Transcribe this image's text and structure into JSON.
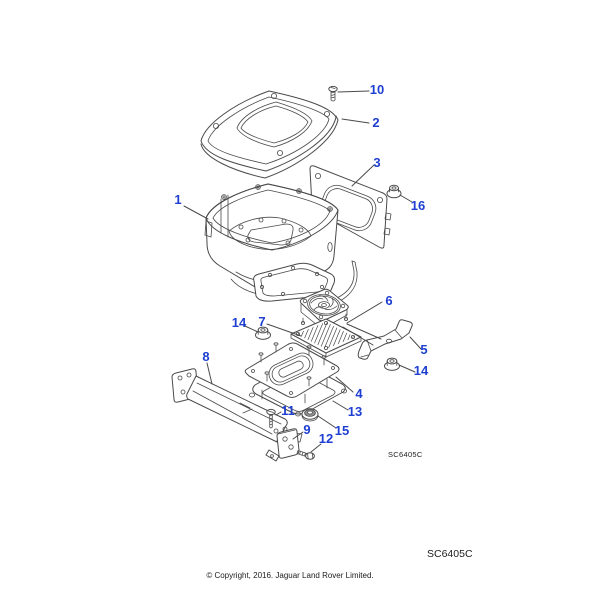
{
  "colors": {
    "callout": "#1e3fd2",
    "line": "#4a4a4a",
    "text": "#1c1c1c"
  },
  "callouts": {
    "c1": "1",
    "c2": "2",
    "c3": "3",
    "c4": "4",
    "c5": "5",
    "c6": "6",
    "c7": "7",
    "c8": "8",
    "c9": "9",
    "c10": "10",
    "c11": "11",
    "c12": "12",
    "c13": "13",
    "c14a": "14",
    "c14b": "14",
    "c15": "15",
    "c16": "16"
  },
  "codes": {
    "diagram_code_inline": "SC6405C",
    "diagram_code_footer": "SC6405C"
  },
  "footer": {
    "copyright": "© Copyright, 2016. Jaguar Land Rover Limited."
  }
}
